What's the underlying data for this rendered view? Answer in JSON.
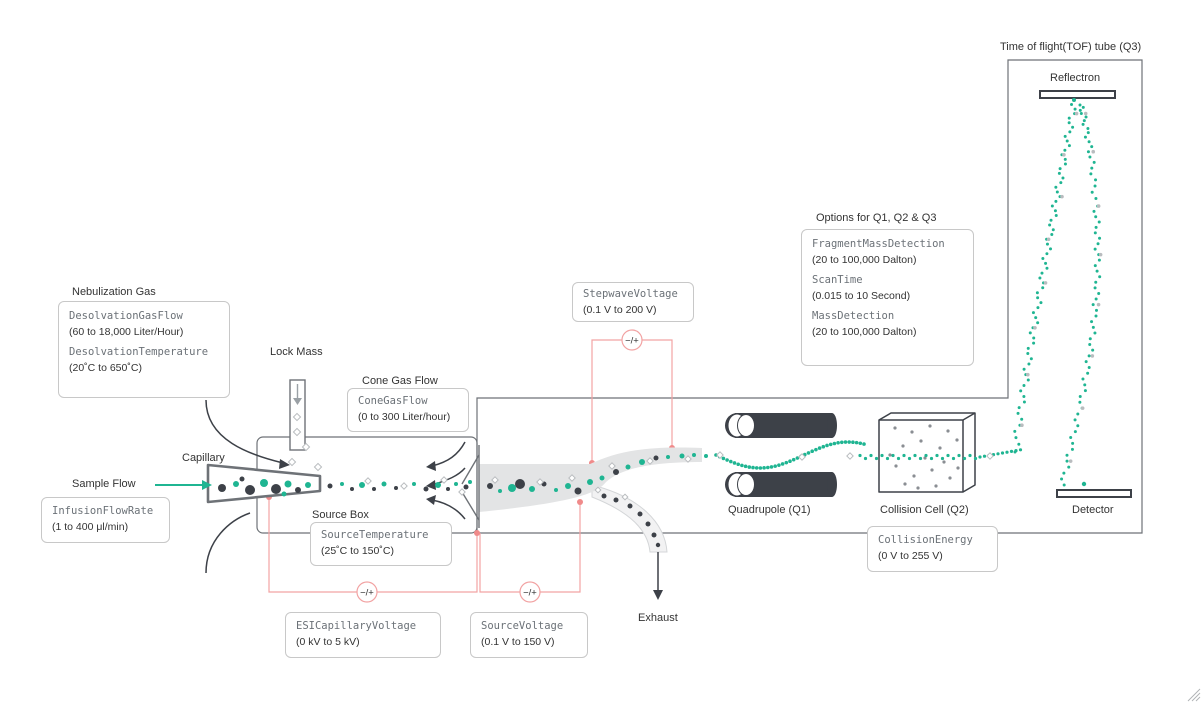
{
  "labels": {
    "nebulization_gas": "Nebulization Gas",
    "lock_mass": "Lock Mass",
    "cone_gas_flow": "Cone Gas Flow",
    "capillary": "Capillary",
    "sample_flow": "Sample Flow",
    "source_box": "Source Box",
    "exhaust": "Exhaust",
    "quadrupole": "Quadrupole (Q1)",
    "collision_cell": "Collision Cell (Q2)",
    "detector": "Detector",
    "reflectron": "Reflectron",
    "tof_tube": "Time of flight(TOF) tube (Q3)",
    "options": "Options for Q1, Q2 & Q3",
    "polarity": "−/+"
  },
  "params": {
    "desolvation_gas_flow": {
      "name": "DesolvationGasFlow",
      "range": "(60 to 18,000 Liter/Hour)"
    },
    "desolvation_temperature": {
      "name": "DesolvationTemperature",
      "range": "(20˚C to 650˚C)"
    },
    "cone_gas_flow": {
      "name": "ConeGasFlow",
      "range": "(0 to 300 Liter/hour)"
    },
    "infusion_flow_rate": {
      "name": "InfusionFlowRate",
      "range": "(1 to 400 μl/min)"
    },
    "source_temperature": {
      "name": "SourceTemperature",
      "range": "(25˚C to 150˚C)"
    },
    "esi_capillary_voltage": {
      "name": "ESICapillaryVoltage",
      "range": "(0 kV to 5 kV)"
    },
    "source_voltage": {
      "name": "SourceVoltage",
      "range": "(0.1 V to 150 V)"
    },
    "stepwave_voltage": {
      "name": "StepwaveVoltage",
      "range": "(0.1 V to 200 V)"
    },
    "fragment_mass_detection": {
      "name": "FragmentMassDetection",
      "range": "(20 to 100,000 Dalton)"
    },
    "scan_time": {
      "name": "ScanTime",
      "range": "(0.015 to 10 Second)"
    },
    "mass_detection": {
      "name": "MassDetection",
      "range": "(20 to 100,000 Dalton)"
    },
    "collision_energy": {
      "name": "CollisionEnergy",
      "range": "(0 V to 255 V)"
    }
  },
  "colors": {
    "teal": "#1fb592",
    "dark": "#3d4148",
    "red_line": "#f2a3a3",
    "frame": "#6e7277",
    "beam": "#e3e4e5",
    "ion_light": "#b9bcbf"
  }
}
